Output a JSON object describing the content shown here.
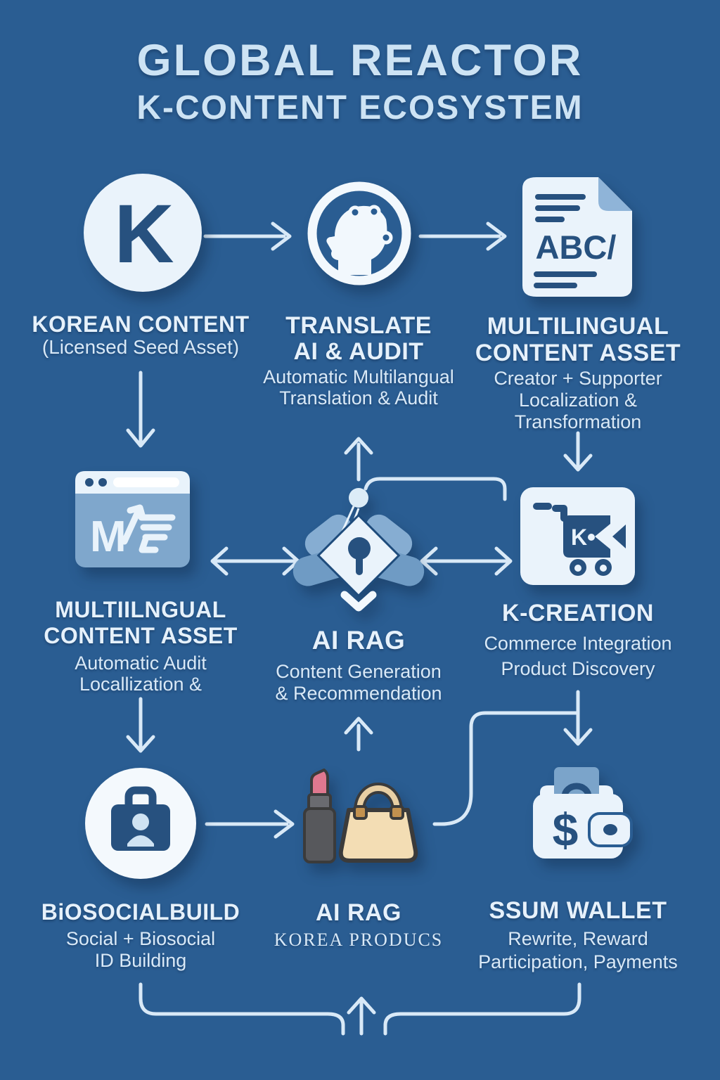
{
  "header": {
    "title_line1": "GLOBAL REACTOR",
    "title_line2": "K-CONTENT ECOSYSTEM"
  },
  "colors": {
    "background": "#2a5d92",
    "title_text": "#cde3f4",
    "label_text": "#e6f1fb",
    "subtitle_text": "#d9e9f7",
    "icon_light": "#eaf3fb",
    "glyph_dark": "#27517f",
    "mid_blue": "#7fa7cc",
    "arrow": "#d9e9f7",
    "lipstick_pink": "#e0788f",
    "lipstick_gray": "#57585c",
    "handbag_tan": "#f3ddb4",
    "handbag_outline": "#3b3b3b",
    "handbag_hardware": "#c2914f"
  },
  "icons": [
    "k-circle-icon",
    "ai-head-icon",
    "abc-document-icon",
    "browser-cart-icon",
    "rag-diamond-icon",
    "k-cart-icon",
    "id-badge-icon",
    "lipstick-icon",
    "handbag-icon",
    "wallet-icon"
  ],
  "nodes": {
    "korean_content": {
      "title": "KOREAN CONTENT",
      "subtitle": "(Licensed Seed Asset)",
      "glyph": "K"
    },
    "translate_ai_audit": {
      "title1": "TRANSLATE",
      "title2": "AI & AUDIT",
      "sub1": "Automatic Multilangual",
      "sub2": "Translation & Audit"
    },
    "multilingual_content_asset_right": {
      "title1": "MULTILINGUAL",
      "title2": "CONTENT ASSET",
      "sub1": "Creator + Supporter",
      "sub2": "Localization &",
      "sub3": "Transformation",
      "glyph": "ABC/"
    },
    "multilingual_content_asset_left": {
      "title1": "MULTIILNGUAL",
      "title2": "CONTENT ASSET",
      "sub1": "Automatic Audit",
      "sub2": "Locallization &",
      "glyph": "M"
    },
    "ai_rag_center": {
      "title": "AI RAG",
      "sub1": "Content Generation",
      "sub2": "& Recommendation"
    },
    "k_creation": {
      "title": "K-CREATION",
      "sub1": "Commerce Integration",
      "sub2": "Product Discovery",
      "glyph": "K"
    },
    "biosocial_build": {
      "title": "BiOSOCIALBUILD",
      "sub1": "Social + Biosocial",
      "sub2": "ID Building"
    },
    "ai_rag_products": {
      "title": "AI RAG",
      "sub1": "KOREA PRODUCS"
    },
    "ssum_wallet": {
      "title": "SSUM WALLET",
      "sub1": "Rewrite, Reward",
      "sub2": "Participation, Payments",
      "glyph": "$"
    }
  }
}
